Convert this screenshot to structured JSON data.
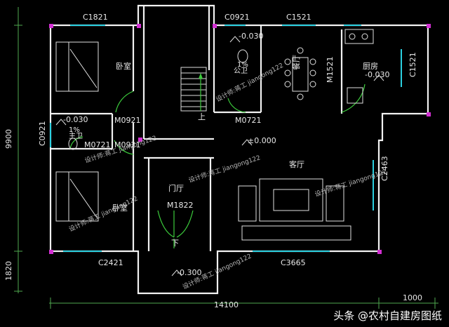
{
  "window_labels": {
    "c1821": "C1821",
    "c0921_top": "C0921",
    "c1521_top": "C1521",
    "c1521_right": "C1521",
    "c0921_left": "C0921",
    "c2463": "C2463",
    "c2421": "C2421",
    "c3665": "C3665"
  },
  "door_labels": {
    "m0921_a": "M0921",
    "m0921_b": "M0921",
    "m0721_a": "M0721",
    "m0721_b": "M0721",
    "m1521": "M1521",
    "m1822": "M1822"
  },
  "room_labels": {
    "bedroom_top": "卧室",
    "bedroom_bottom": "卧室",
    "public_wc": "公卫",
    "master_wc": "主卫",
    "dining": "餐厅",
    "kitchen": "厨房",
    "living": "客厅",
    "foyer": "门厅"
  },
  "wc_slope_label": "1%",
  "elevations": {
    "public_wc": "-0.030",
    "kitchen": "-0.030",
    "master_wc": "-0.030",
    "ground": "±0.000",
    "entrance": "-0.300"
  },
  "stair": {
    "up": "上",
    "down": "下"
  },
  "dimensions": {
    "total_width": "14100",
    "extra_right": "1000",
    "left_total": "9900",
    "left_lower": "1820"
  },
  "watermark": "设计师:蒋工 jiangong122",
  "footer": {
    "platform": "头条",
    "account": "@农村自建房图纸"
  },
  "colors": {
    "background": "#000000",
    "wall": "#f2f2f2",
    "window": "#2bd0e0",
    "door_swing": "#3ccc3c",
    "column": "#d32fd3",
    "dimension": "#4fa84f"
  }
}
